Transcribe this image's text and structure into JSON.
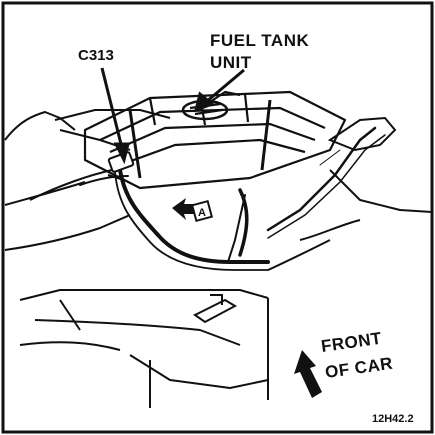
{
  "labels": {
    "connector": "C313",
    "fuel_tank_line1": "FUEL TANK",
    "fuel_tank_line2": "UNIT",
    "front_line1": "FRONT",
    "front_line2": "OF CAR",
    "view_marker": "A",
    "figure_code": "12H42.2"
  },
  "icons": {
    "view_arrow": "view-a-arrow-icon",
    "front_arrow": "front-of-car-arrow-icon"
  },
  "colors": {
    "ink": "#111111",
    "paper": "#ffffff"
  }
}
